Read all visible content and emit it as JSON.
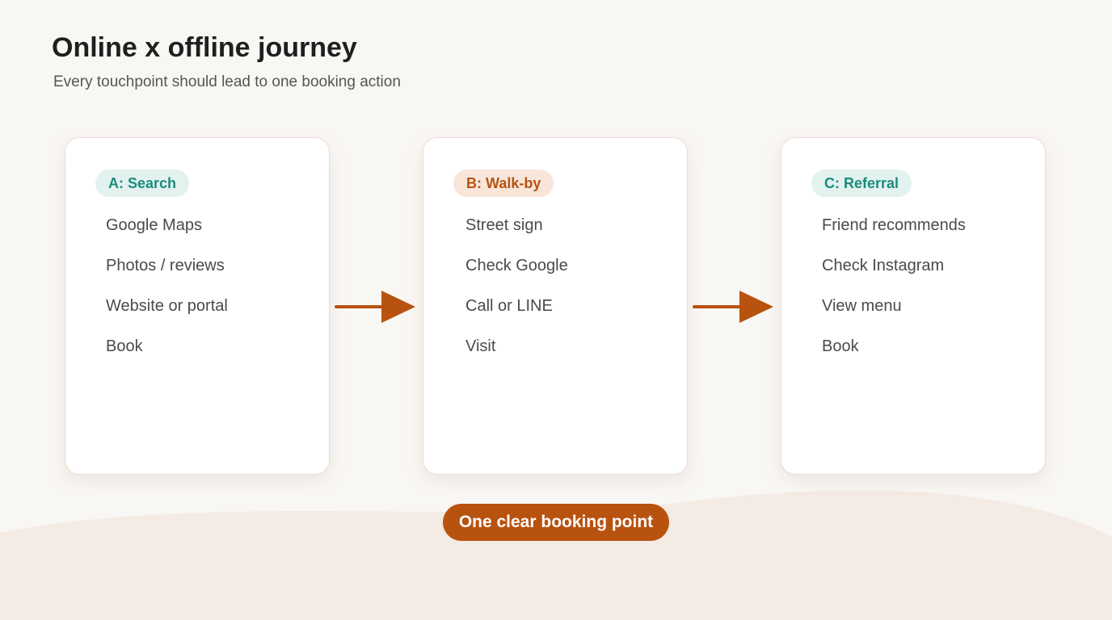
{
  "header": {
    "title": "Online x offline journey",
    "subtitle": "Every touchpoint should lead to one booking action"
  },
  "journeys": [
    {
      "tag": "A: Search",
      "steps": [
        "Google Maps",
        "Photos / reviews",
        "Website or portal",
        "Book"
      ]
    },
    {
      "tag": "B: Walk-by",
      "steps": [
        "Street sign",
        "Check Google",
        "Call or LINE",
        "Visit"
      ]
    },
    {
      "tag": "C: Referral",
      "steps": [
        "Friend recommends",
        "Check Instagram",
        "View menu",
        "Book"
      ]
    }
  ],
  "cta": {
    "label": "One clear booking point"
  },
  "colors": {
    "background": "#f9f7f4",
    "accent_orange": "#b8520f",
    "accent_teal": "#1a8d7d",
    "tag_teal_bg": "#e3f1ef",
    "tag_orange_bg": "#f8e6db",
    "wave": "#f4ebe5"
  },
  "icons": {
    "connector": "arrow-right-icon"
  }
}
